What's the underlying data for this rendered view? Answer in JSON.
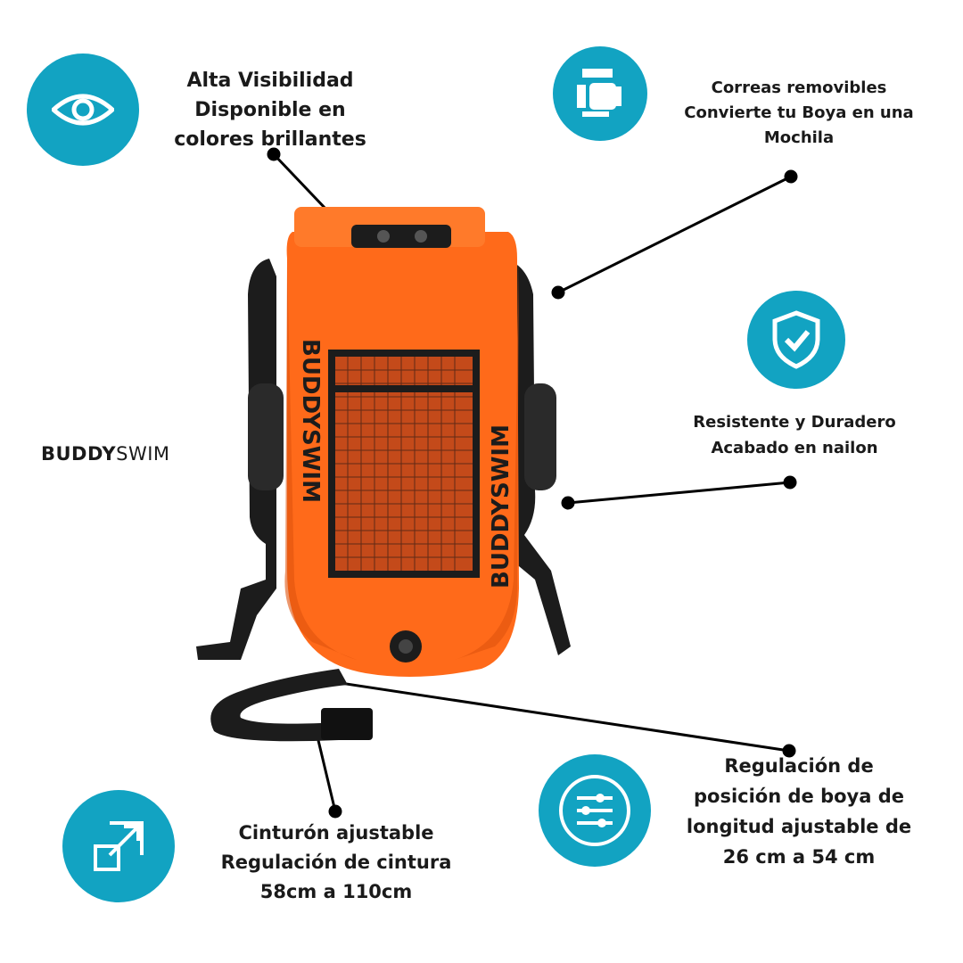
{
  "brand": {
    "bold": "BUDDY",
    "light": "SWIM"
  },
  "features": {
    "visibility": {
      "icon": "eye-icon",
      "lines": [
        "Alta Visibilidad",
        "Disponible en",
        "colores brillantes"
      ]
    },
    "straps": {
      "icon": "hand-strap-icon",
      "lines": [
        "Correas removibles",
        "Convierte tu Boya en una",
        "Mochila"
      ]
    },
    "durable": {
      "icon": "shield-check-icon",
      "lines": [
        "Resistente y Duradero",
        "Acabado en nailon"
      ]
    },
    "belt": {
      "icon": "resize-arrow-icon",
      "lines": [
        "Cinturón ajustable",
        "Regulación de cintura",
        "58cm a 110cm"
      ]
    },
    "position": {
      "icon": "sliders-icon",
      "lines": [
        "Regulación de",
        "posición de boya de",
        "longitud ajustable de",
        "26 cm a 54 cm"
      ]
    }
  },
  "product": {
    "print": "BUDDYSWIM"
  },
  "colors": {
    "accent": "#12a3c2",
    "buoy": "#ff6a1a",
    "straps": "#1c1c1c"
  }
}
